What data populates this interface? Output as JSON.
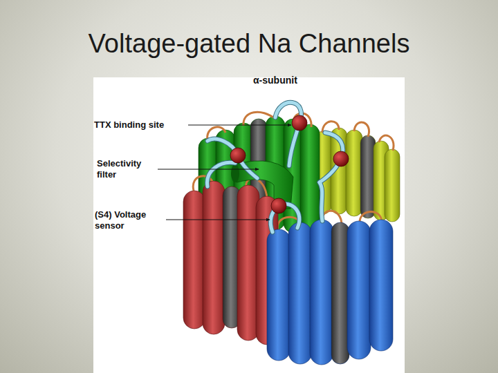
{
  "diagram": {
    "title": "Voltage-gated Na Channels",
    "labels": [
      "α-subunit",
      "TTX binding site",
      "Selectivity filter",
      "(S4) Voltage sensor"
    ]
  }
}
